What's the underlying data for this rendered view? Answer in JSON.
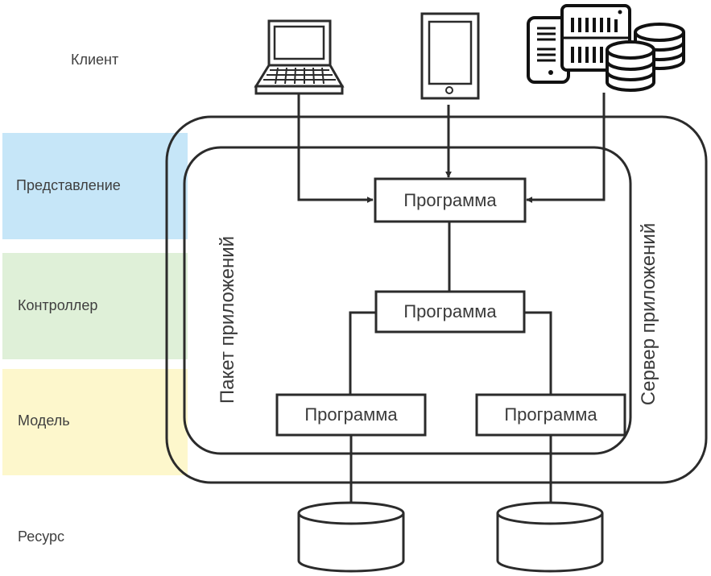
{
  "layers": [
    {
      "id": "client",
      "label": "Клиент",
      "color": null
    },
    {
      "id": "presentation",
      "label": "Представление",
      "color": "#c6e6f8"
    },
    {
      "id": "controller",
      "label": "Контроллер",
      "color": "#dff0d8"
    },
    {
      "id": "model",
      "label": "Модель",
      "color": "#fdf7cc"
    },
    {
      "id": "resource",
      "label": "Ресурс",
      "color": null
    }
  ],
  "containers": {
    "app_server": {
      "label": "Сервер приложений"
    },
    "app_package": {
      "label": "Пакет приложений"
    }
  },
  "clients": [
    {
      "id": "laptop",
      "icon": "laptop-icon"
    },
    {
      "id": "tablet",
      "icon": "tablet-icon"
    },
    {
      "id": "server",
      "icon": "server-database-icon"
    }
  ],
  "programs": [
    {
      "id": "program-presentation",
      "label": "Программа"
    },
    {
      "id": "program-controller",
      "label": "Программа"
    },
    {
      "id": "program-model-left",
      "label": "Программа"
    },
    {
      "id": "program-model-right",
      "label": "Программа"
    }
  ],
  "resources": [
    {
      "id": "resource-left",
      "icon": "database-icon"
    },
    {
      "id": "resource-right",
      "icon": "database-icon"
    }
  ],
  "colors": {
    "stroke": "#2b2b2b",
    "text": "#3a3a3a"
  }
}
